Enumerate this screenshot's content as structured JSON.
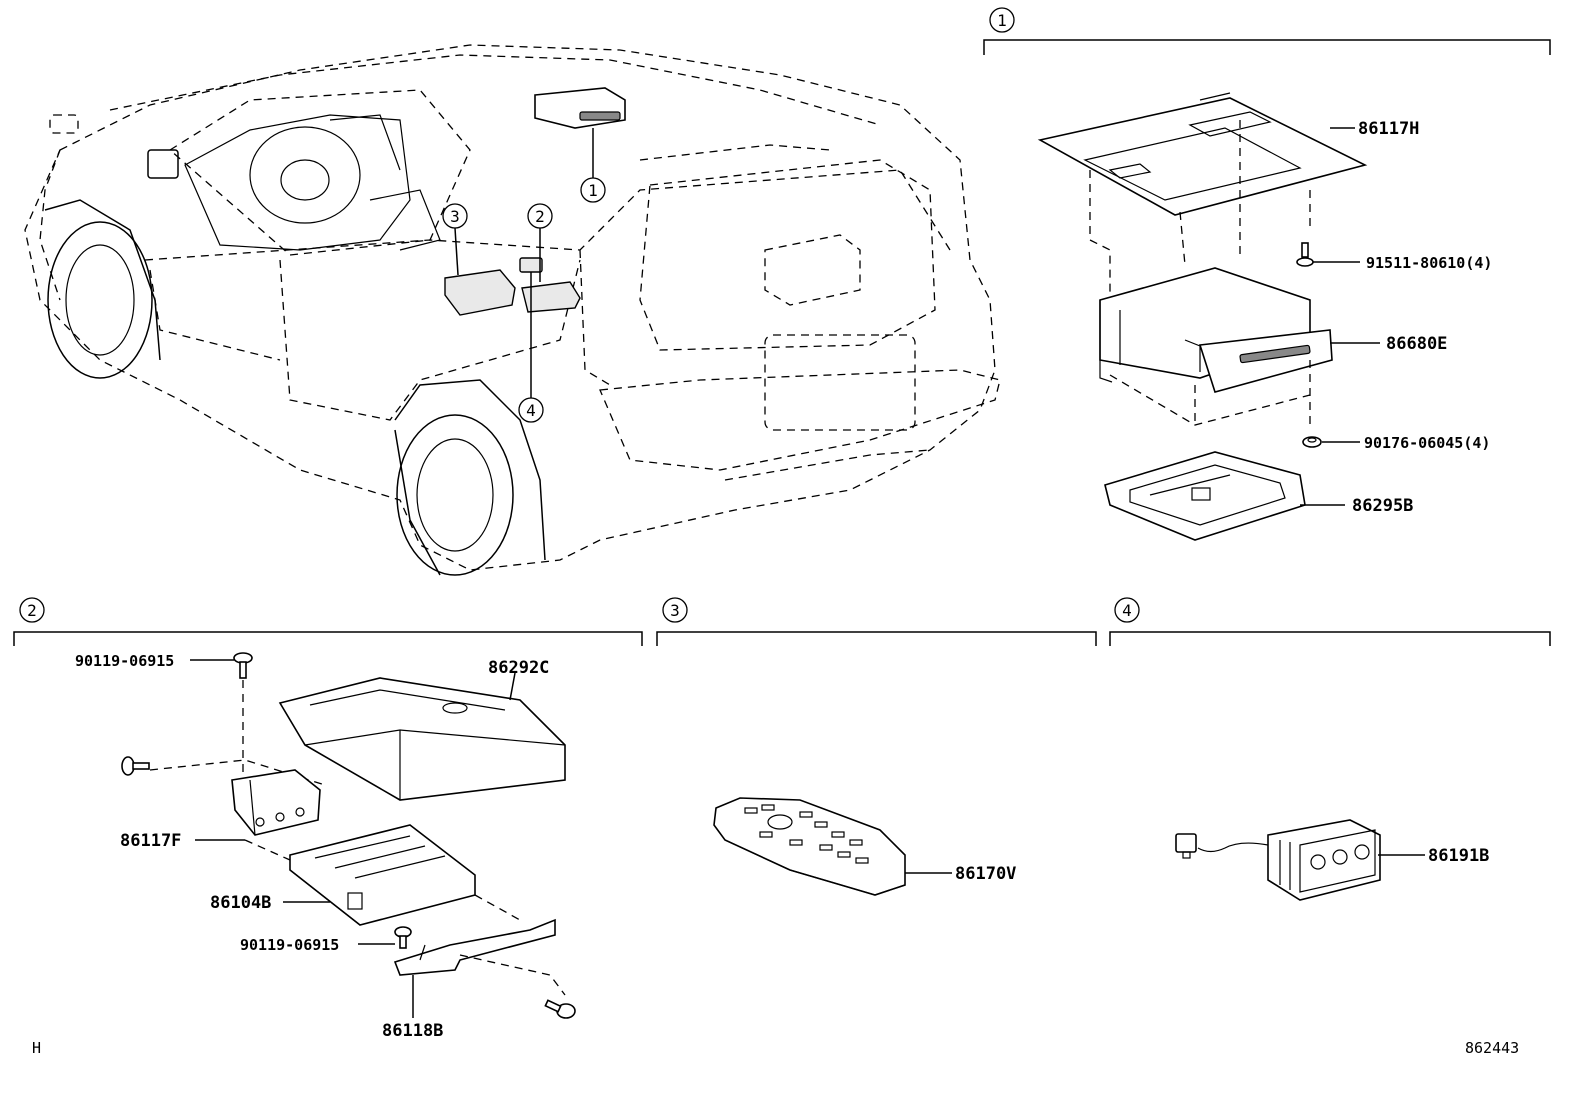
{
  "sections": {
    "s1": {
      "callout": "1"
    },
    "s2": {
      "callout": "2"
    },
    "s3": {
      "callout": "3"
    },
    "s4": {
      "callout": "4"
    }
  },
  "overview_callouts": [
    "1",
    "2",
    "3",
    "4"
  ],
  "parts": {
    "p86117H": "86117H",
    "p91511": "91511-80610(4)",
    "p86680E": "86680E",
    "p90176": "90176-06045(4)",
    "p86295B": "86295B",
    "p90119a": "90119-06915",
    "p86292C": "86292C",
    "p86117F": "86117F",
    "p86104B": "86104B",
    "p90119b": "90119-06915",
    "p86118B": "86118B",
    "p86170V": "86170V",
    "p86191B": "86191B"
  },
  "footer": {
    "left_code": "H",
    "diagram_no": "862443"
  }
}
